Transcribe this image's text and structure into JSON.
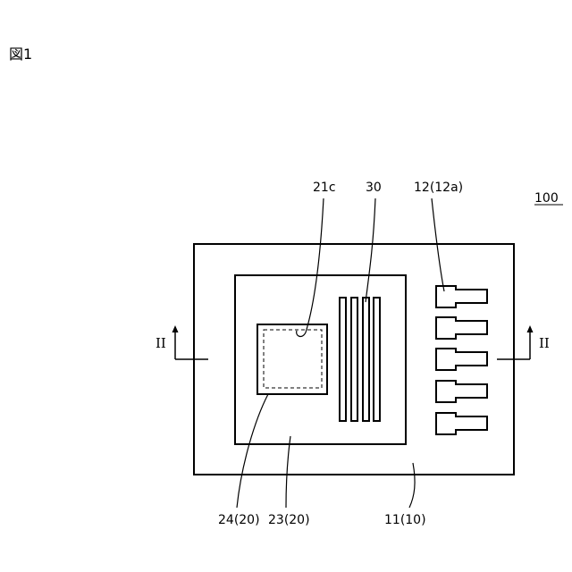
{
  "figure": {
    "title": "図1",
    "ref_device": "100",
    "section_mark": "II"
  },
  "labels": {
    "l_21c": "21c",
    "l_30": "30",
    "l_12": "12(12a)",
    "l_24": "24(20)",
    "l_23": "23(20)",
    "l_11": "11(10)"
  }
}
